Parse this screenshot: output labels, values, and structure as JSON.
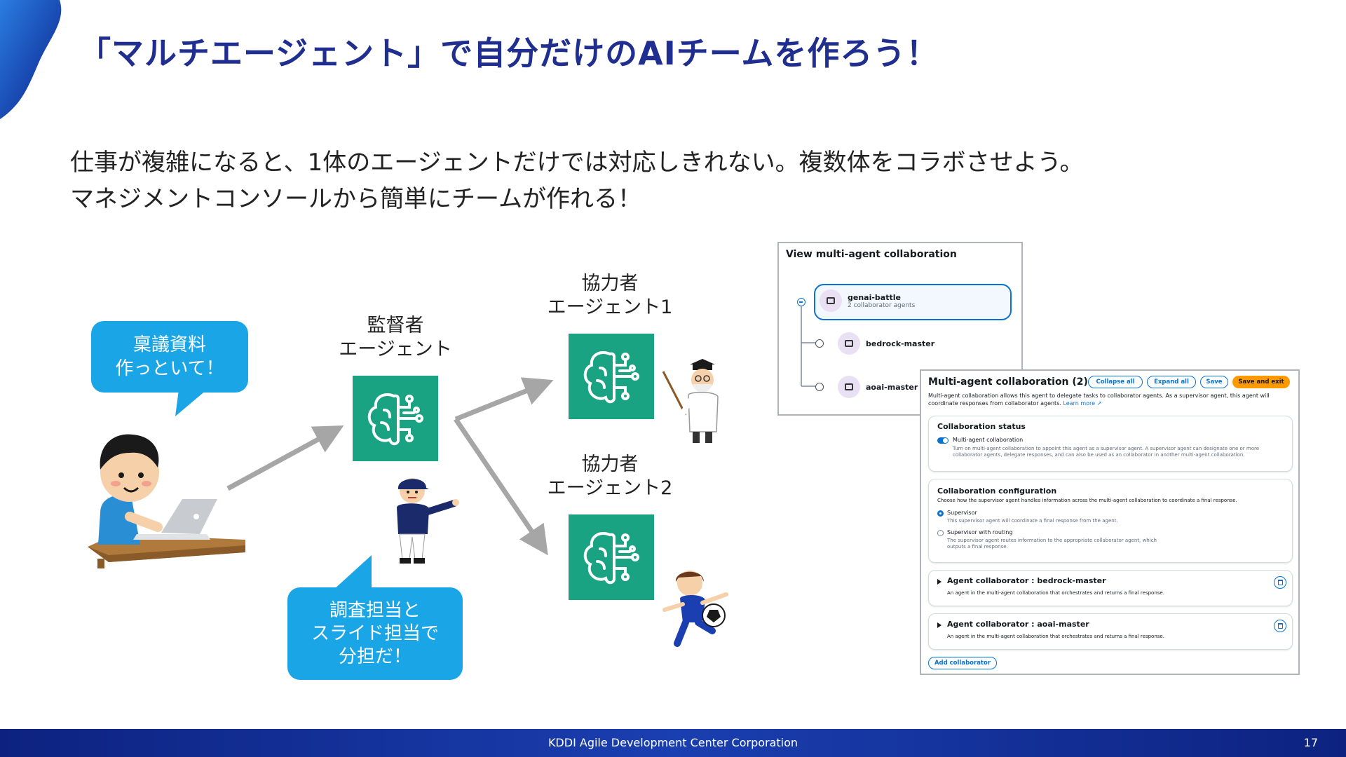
{
  "slide": {
    "title": "「マルチエージェント」で自分だけのAIチームを作ろう！",
    "subtitle_line1": "仕事が複雑になると、1体のエージェントだけでは対応しきれない。複数体をコラボさせよう。",
    "subtitle_line2": "マネジメントコンソールから簡単にチームが作れる！"
  },
  "diagram": {
    "user_bubble_line1": "稟議資料",
    "user_bubble_line2": "作っといて！",
    "supervisor_label_line1": "監督者",
    "supervisor_label_line2": "エージェント",
    "collab1_label_line1": "協力者",
    "collab1_label_line2": "エージェント1",
    "collab2_label_line1": "協力者",
    "collab2_label_line2": "エージェント2",
    "supervisor_bubble_line1": "調査担当と",
    "supervisor_bubble_line2": "スライド担当で",
    "supervisor_bubble_line3": "分担だ！"
  },
  "console_view": {
    "title": "View multi-agent collaboration",
    "root_name": "genai-battle",
    "root_sub": "2 collaborator agents",
    "child1": "bedrock-master",
    "child2": "aoai-master"
  },
  "console_edit": {
    "title": "Multi-agent collaboration (2)",
    "buttons": {
      "collapse_all": "Collapse all",
      "expand_all": "Expand all",
      "save": "Save",
      "save_exit": "Save and exit"
    },
    "description": "Multi-agent collaboration allows this agent to delegate tasks to collaborator agents. As a supervisor agent, this agent will coordinate responses from collaborator agents.",
    "learn_more": "Learn more",
    "status_title": "Collaboration status",
    "toggle_label": "Multi-agent collaboration",
    "toggle_desc": "Turn on multi-agent collaboration to appoint this agent as a supervisor agent. A supervisor agent can designate one or more collaborator agents, delegate responses, and can also be used as an collaborator in another multi-agent collaboration.",
    "config_title": "Collaboration configuration",
    "config_desc": "Choose how the supervisor agent handles information across the multi-agent collaboration to coordinate a final response.",
    "option1": "Supervisor",
    "option1_desc": "This supervisor agent will coordinate a final response from the agent.",
    "option2": "Supervisor with routing",
    "option2_desc_line1": "The supervisor agent routes information to the appropriate collaborator agent, which",
    "option2_desc_line2": "outputs a final response.",
    "collab1_title": "Agent collaborator : bedrock-master",
    "collab1_desc": "An agent in the multi-agent collaboration that orchestrates and returns a final response.",
    "collab2_title": "Agent collaborator : aoai-master",
    "collab2_desc": "An agent in the multi-agent collaboration that orchestrates and returns a final response.",
    "add_collaborator": "Add collaborator"
  },
  "footer": {
    "company": "KDDI Agile Development Center Corporation",
    "page": "17"
  },
  "colors": {
    "title": "#1f2e8f",
    "bubble": "#1aa6e6",
    "agent": "#1aa383",
    "aws_blue": "#0972d3",
    "aws_orange": "#ff9900"
  }
}
